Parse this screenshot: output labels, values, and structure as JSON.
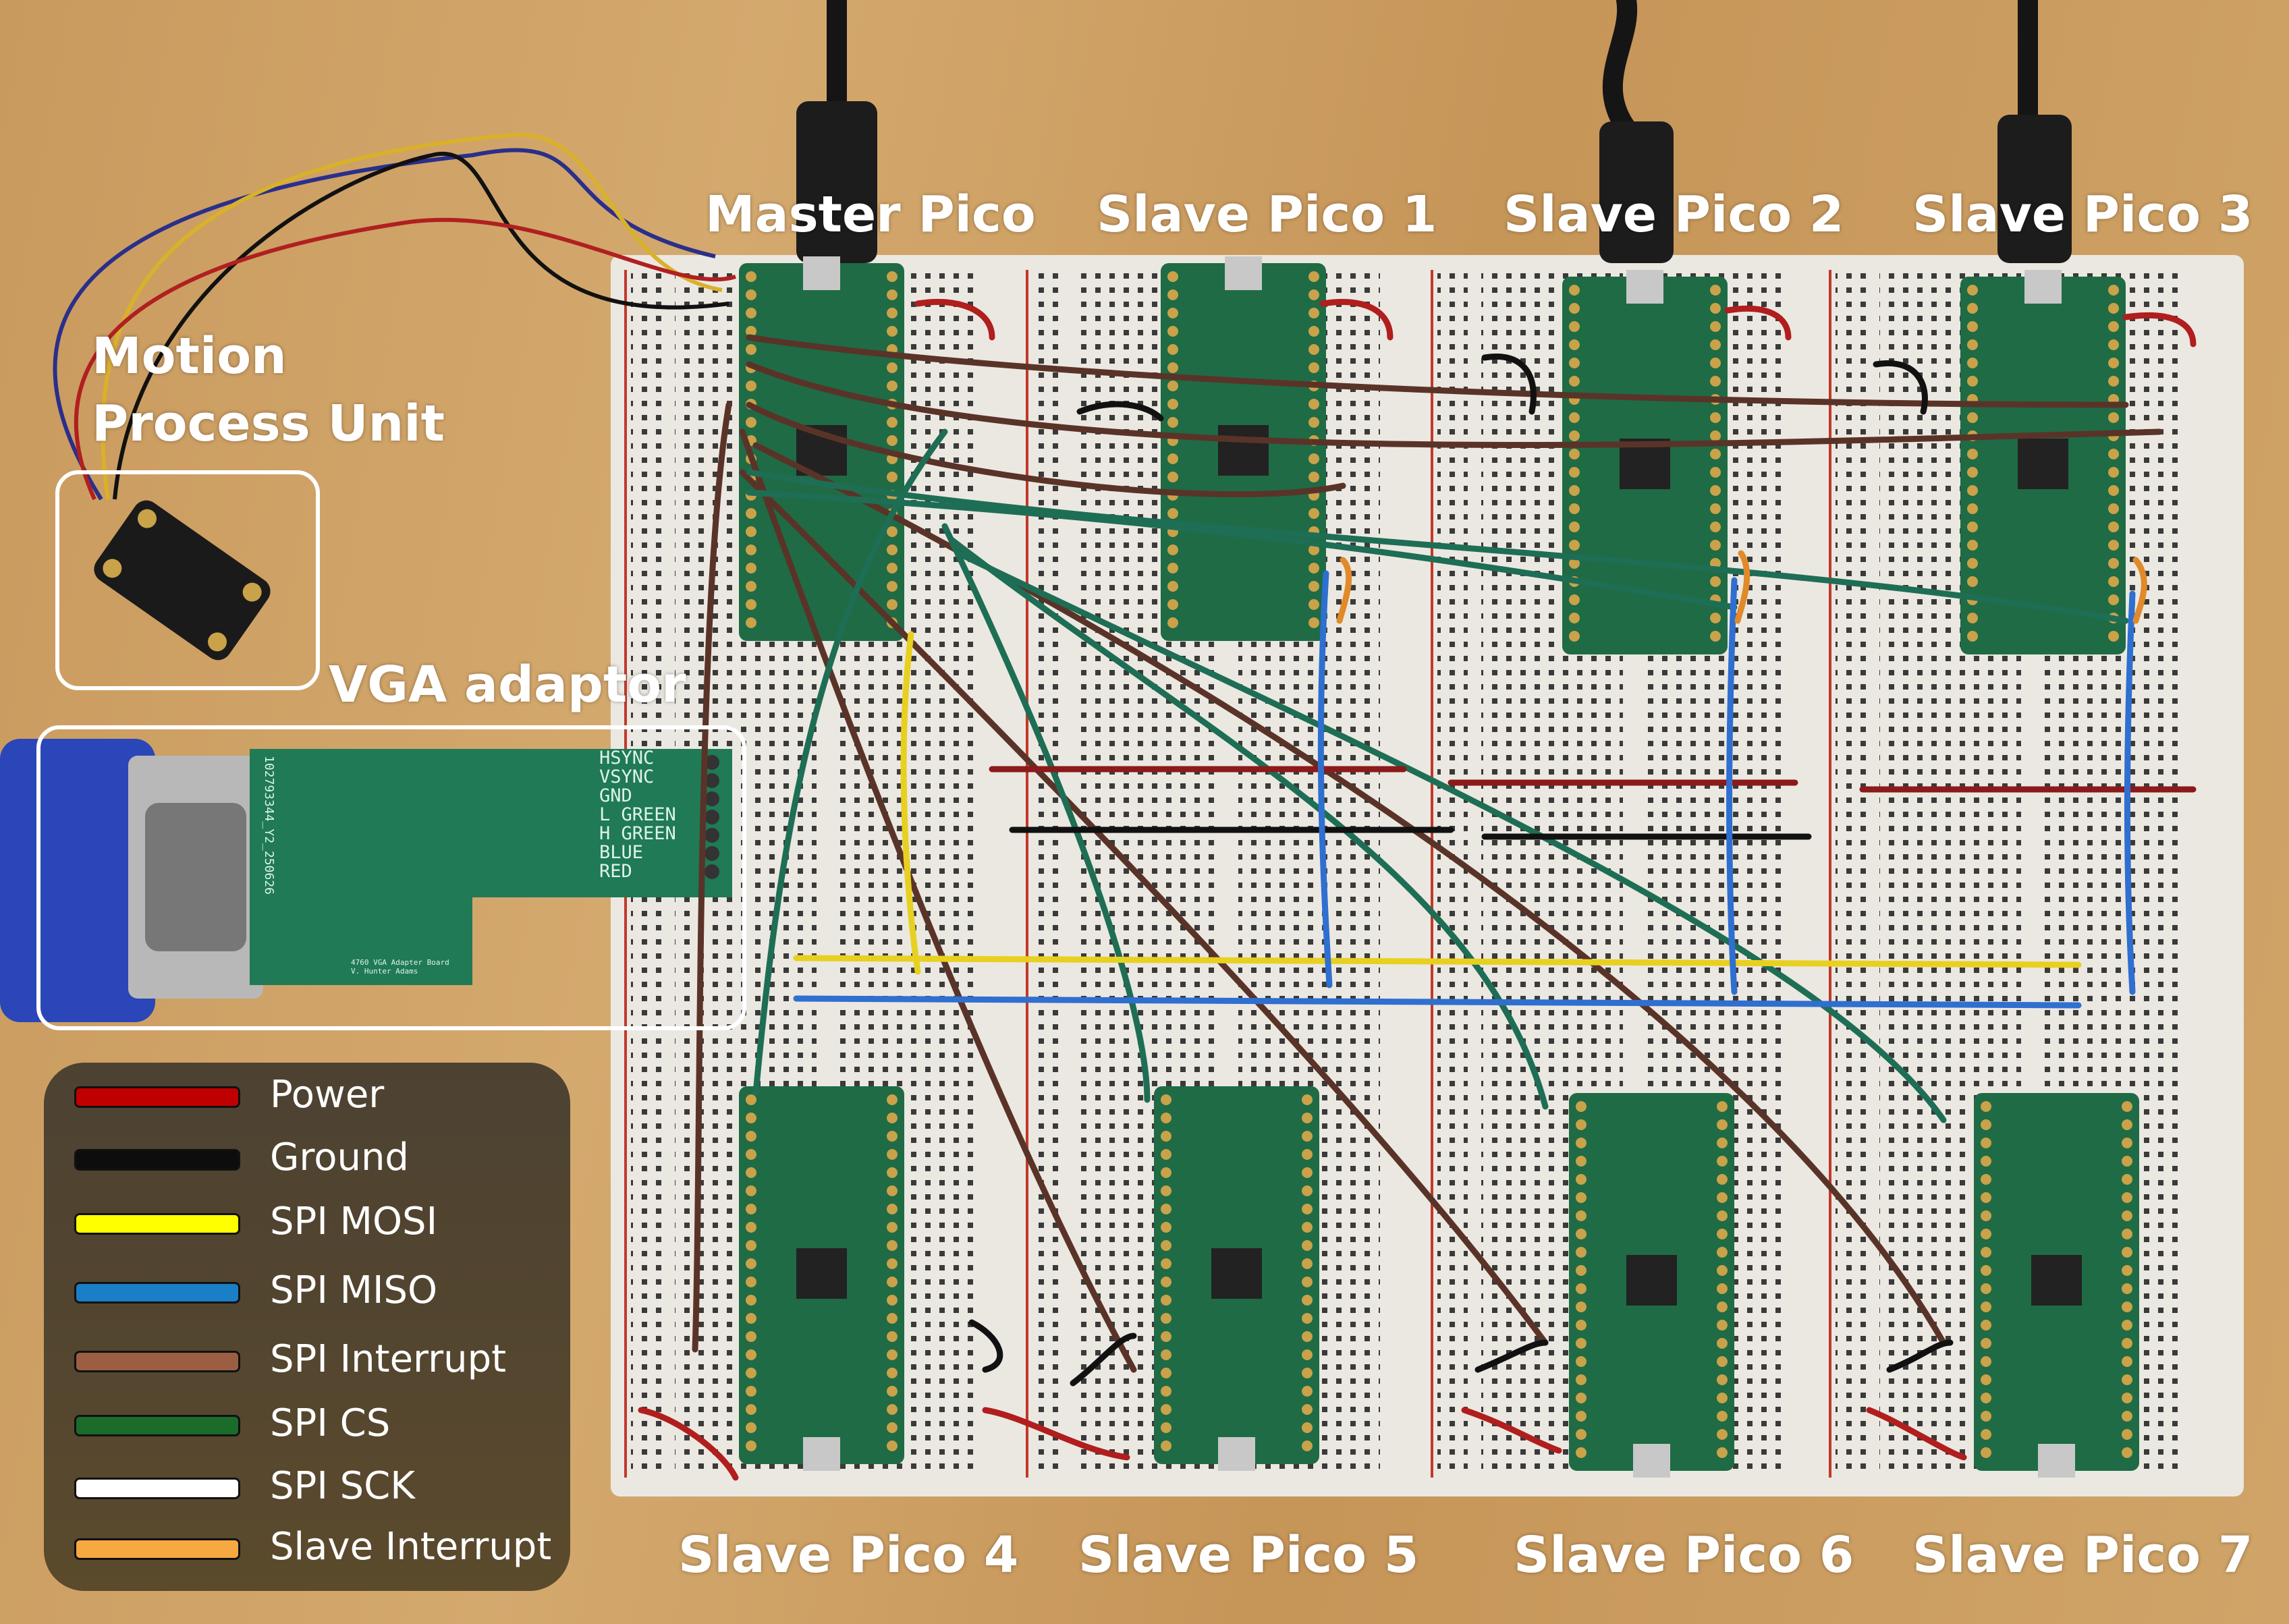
{
  "board_labels": {
    "master": "Master Pico",
    "slave1": "Slave Pico 1",
    "slave2": "Slave Pico 2",
    "slave3": "Slave Pico 3",
    "slave4": "Slave Pico 4",
    "slave5": "Slave Pico 5",
    "slave6": "Slave Pico 6",
    "slave7": "Slave Pico 7"
  },
  "callouts": {
    "imu_line1": "Motion",
    "imu_line2": "Process Unit",
    "vga": "VGA adaptor"
  },
  "vga_board": {
    "pins": [
      "HSYNC",
      "VSYNC",
      "GND",
      "L GREEN",
      "H GREEN",
      "BLUE",
      "RED"
    ],
    "part_number": "102793344_Y2_250626",
    "title_line1": "4760 VGA Adapter Board",
    "title_line2": "V. Hunter Adams"
  },
  "legend": [
    {
      "label": "Power",
      "color": "#c00000"
    },
    {
      "label": "Ground",
      "color": "#0d0d0d"
    },
    {
      "label": "SPI MOSI",
      "color": "#ffff00"
    },
    {
      "label": "SPI MISO",
      "color": "#1a7fc6"
    },
    {
      "label": "SPI Interrupt",
      "color": "#9c5e42"
    },
    {
      "label": "SPI CS",
      "color": "#1b6b2a"
    },
    {
      "label": "SPI SCK",
      "color": "#ffffff"
    },
    {
      "label": "Slave Interrupt",
      "color": "#f5a940"
    }
  ],
  "colors": {
    "breadboard": "#ebe8e1",
    "pico_pcb": "#1f6b45",
    "vga_connector": "#2a46b8",
    "wood": "#c99a5e"
  }
}
